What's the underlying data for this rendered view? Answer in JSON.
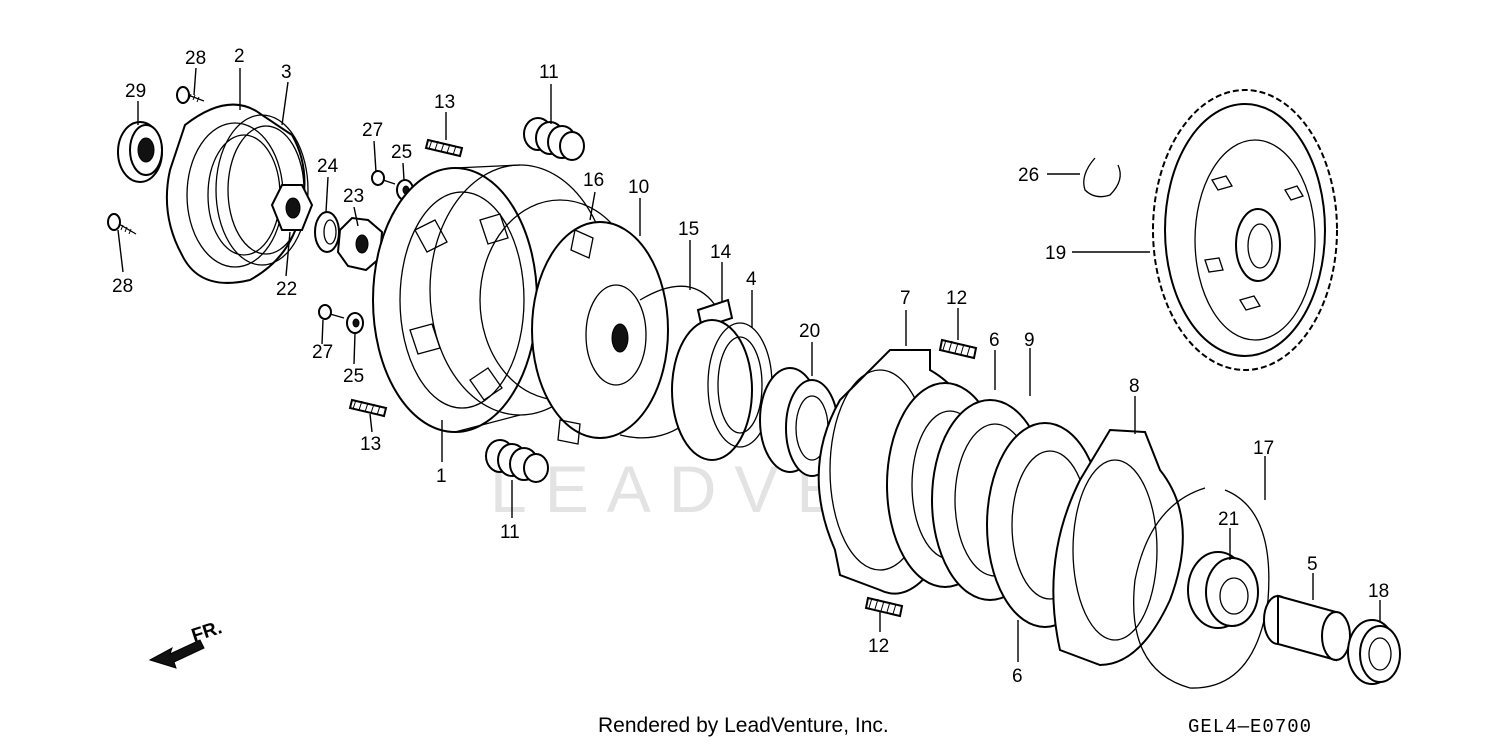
{
  "diagram": {
    "watermark": "LEADVENTURE",
    "front_marker": "FR.",
    "footer_credit": "Rendered by LeadVenture, Inc.",
    "drawing_code": "GEL4—E0700",
    "callouts": [
      "28",
      "2",
      "3",
      "29",
      "28",
      "22",
      "24",
      "23",
      "27",
      "25",
      "27",
      "25",
      "13",
      "13",
      "1",
      "11",
      "11",
      "16",
      "10",
      "15",
      "14",
      "4",
      "20",
      "7",
      "12",
      "6",
      "9",
      "12",
      "6",
      "8",
      "17",
      "21",
      "5",
      "18",
      "26",
      "19"
    ]
  }
}
